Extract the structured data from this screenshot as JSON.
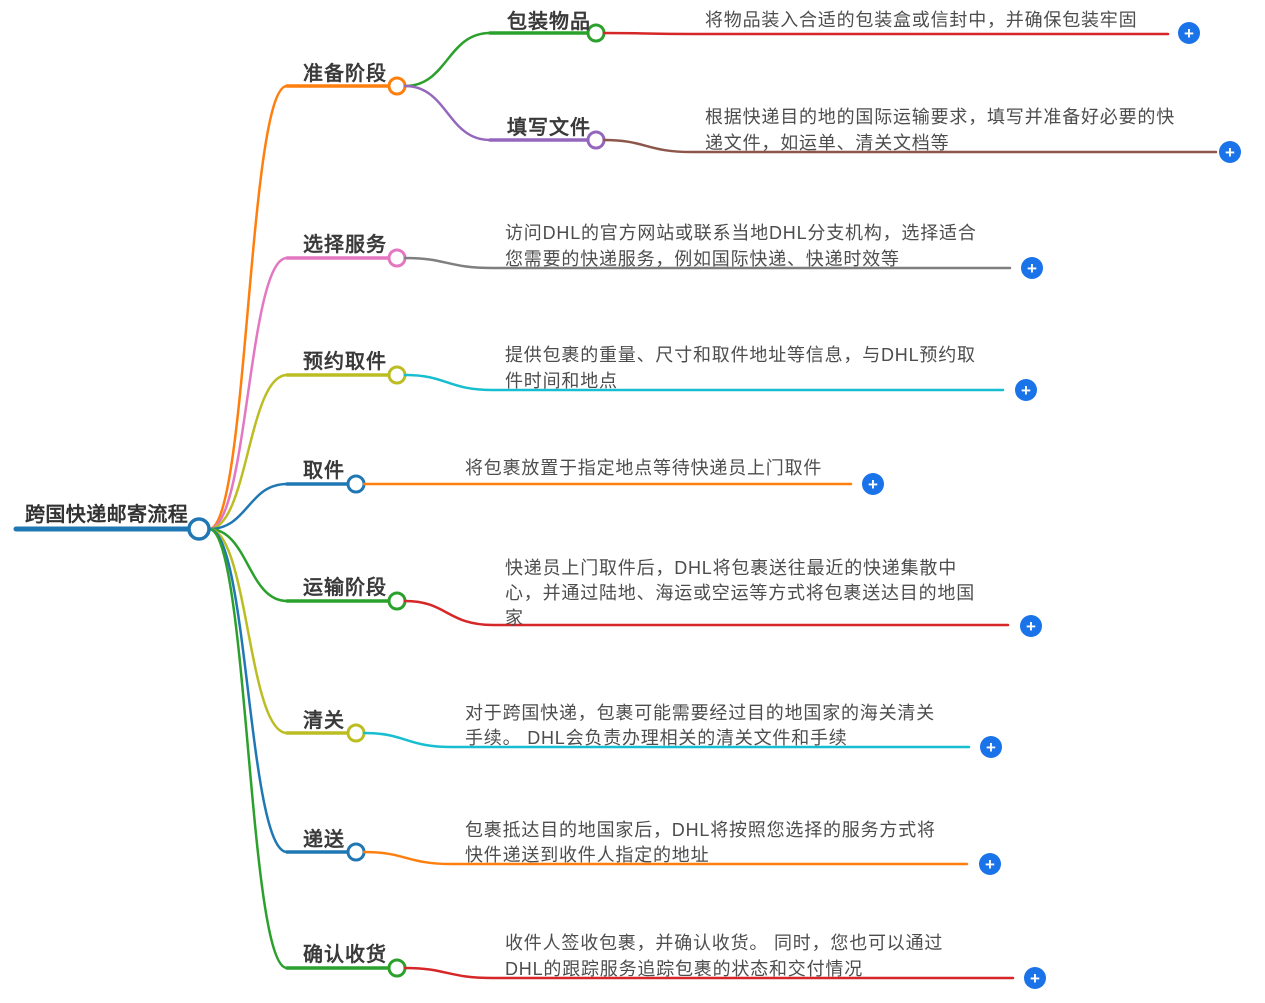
{
  "title": "跨国快递邮寄流程",
  "palette": {
    "blue": "#1f77b4",
    "orange": "#ff7f0e",
    "green": "#2ca02c",
    "red": "#d62728",
    "purple": "#9467bd",
    "brown": "#8c564b",
    "pink": "#e377c2",
    "gray": "#7f7f7f",
    "olive": "#bcbd22",
    "cyan": "#17becf",
    "plus_blue": "#1a73e8",
    "label_text": "#3a3a3a",
    "leaf_text": "#4d4d4d"
  },
  "plus_icon": {
    "glyph": "+"
  },
  "root": {
    "label": "跨国快递邮寄流程",
    "color": "blue"
  },
  "branches": [
    {
      "id": "prepare",
      "label": "准备阶段",
      "color": "orange",
      "children": [
        {
          "id": "pack-items",
          "label": "包装物品",
          "color": "green",
          "leaf": {
            "color": "red",
            "lines": [
              "将物品装入合适的包装盒或信封中，并确保包装牢固"
            ]
          }
        },
        {
          "id": "fill-documents",
          "label": "填写文件",
          "color": "purple",
          "leaf": {
            "color": "brown",
            "lines": [
              "根据快递目的地的国际运输要求，填写并准备好必要的快",
              "递文件，如运单、清关文档等"
            ]
          }
        }
      ]
    },
    {
      "id": "choose-service",
      "label": "选择服务",
      "color": "pink",
      "leaf": {
        "color": "gray",
        "lines": [
          "访问DHL的官方网站或联系当地DHL分支机构，选择适合",
          "您需要的快递服务，例如国际快递、快递时效等"
        ]
      }
    },
    {
      "id": "book-pickup",
      "label": "预约取件",
      "color": "olive",
      "leaf": {
        "color": "cyan",
        "lines": [
          "提供包裹的重量、尺寸和取件地址等信息，与DHL预约取",
          "件时间和地点"
        ]
      }
    },
    {
      "id": "pickup",
      "label": "取件",
      "color": "blue",
      "leaf": {
        "color": "orange",
        "lines": [
          "将包裹放置于指定地点等待快递员上门取件"
        ]
      }
    },
    {
      "id": "transport",
      "label": "运输阶段",
      "color": "green",
      "leaf": {
        "color": "red",
        "lines": [
          "快递员上门取件后，DHL将包裹送往最近的快递集散中",
          "心，并通过陆地、海运或空运等方式将包裹送达目的地国",
          "家"
        ]
      }
    },
    {
      "id": "customs",
      "label": "清关",
      "color": "olive",
      "leaf": {
        "color": "cyan",
        "lines": [
          "对于跨国快递，包裹可能需要经过目的地国家的海关清关",
          "手续。 DHL会负责办理相关的清关文件和手续"
        ]
      }
    },
    {
      "id": "delivery",
      "label": "递送",
      "color": "blue",
      "leaf": {
        "color": "orange",
        "lines": [
          "包裹抵达目的地国家后，DHL将按照您选择的服务方式将",
          "快件递送到收件人指定的地址"
        ]
      }
    },
    {
      "id": "confirm-receipt",
      "label": "确认收货",
      "color": "green",
      "leaf": {
        "color": "red",
        "lines": [
          "收件人签收包裹，并确认收货。 同时，您也可以通过",
          "DHL的跟踪服务追踪包裹的状态和交付情况"
        ]
      }
    }
  ]
}
